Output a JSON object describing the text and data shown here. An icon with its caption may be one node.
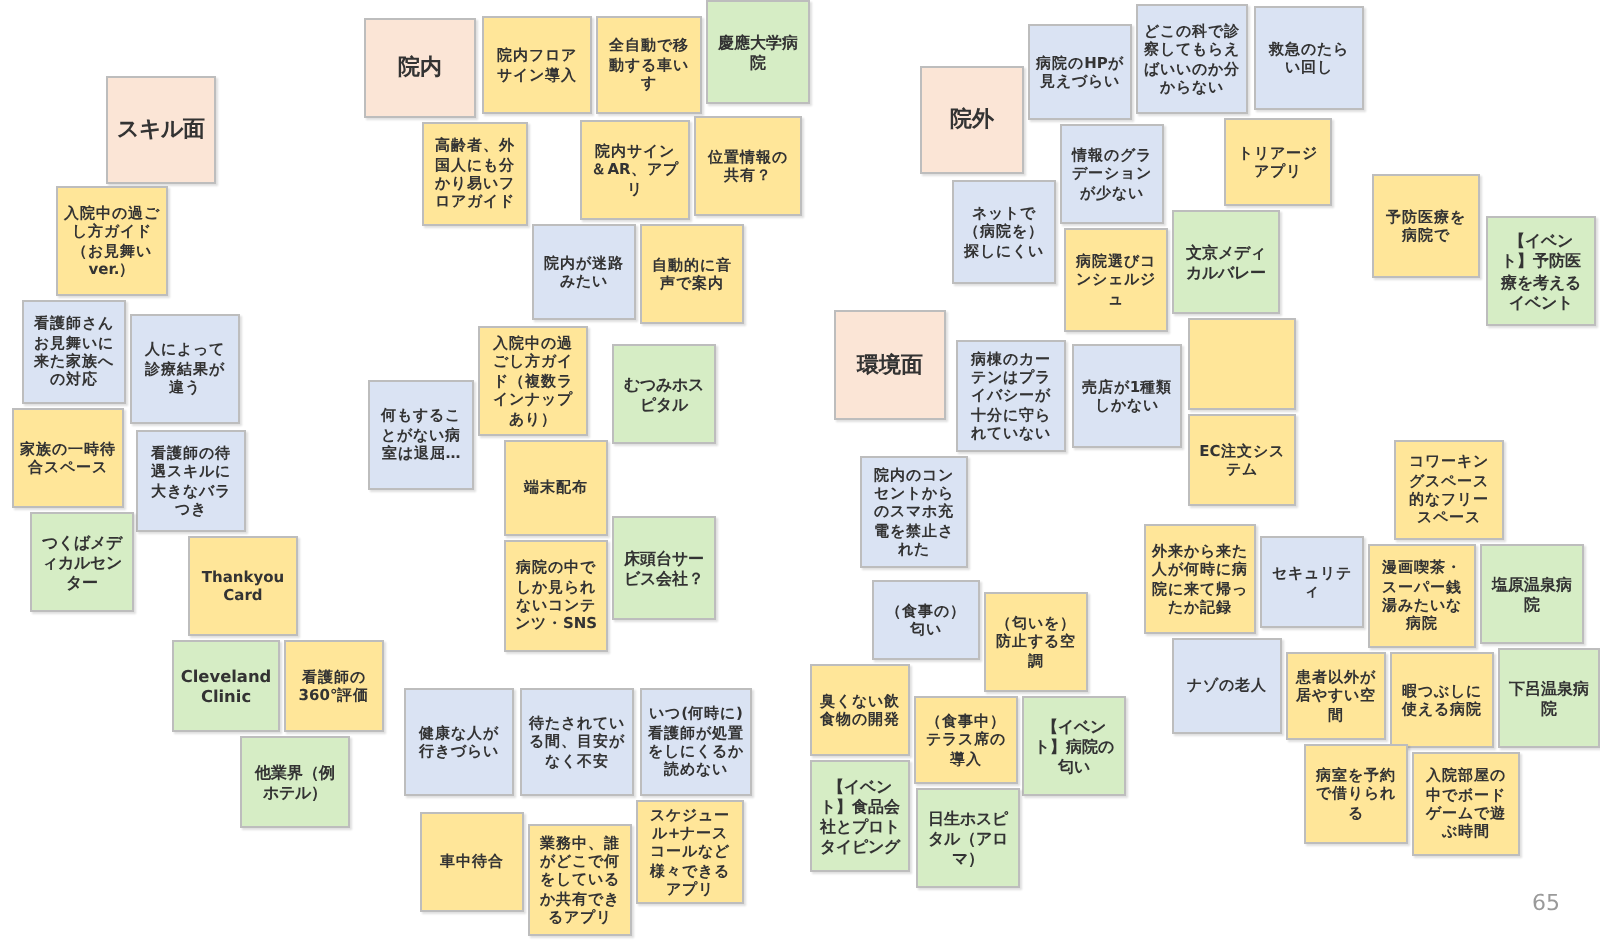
{
  "diagram": {
    "nodes": [
      {
        "text": [
          "スキル面"
        ]
      },
      {
        "text": [
          "入院中の過ごし方ガイド（お見舞いver.）"
        ]
      },
      {
        "text": [
          "看護師さんお見舞いに来た家族への対応"
        ]
      },
      {
        "text": [
          "人によって診療結果が違う"
        ]
      },
      {
        "text": [
          "家族の一時待合スペース"
        ]
      },
      {
        "text": [
          "看護師の待遇スキルに大きなバラつき"
        ]
      },
      {
        "text": [
          "つくばメディカルセンター"
        ]
      },
      {
        "text": [
          "Thankyou Card"
        ]
      },
      {
        "text": [
          "Cleveland Clinic"
        ]
      },
      {
        "text": [
          "看護師の360°評価"
        ]
      },
      {
        "text": [
          "他業界（例ホテル）"
        ]
      },
      {
        "text": [
          "院内"
        ]
      },
      {
        "text": [
          "院内フロアサイン導入"
        ]
      },
      {
        "text": [
          "全自動で移動する車いす"
        ]
      },
      {
        "text": [
          "慶應大学病院"
        ]
      },
      {
        "text": [
          "高齢者、外国人にも分かり易いフロアガイド"
        ]
      },
      {
        "text": [
          "院内サイン＆AR、アプリ"
        ]
      },
      {
        "text": [
          "位置情報の共有？"
        ]
      },
      {
        "text": [
          "院内が迷路みたい"
        ]
      },
      {
        "text": [
          "自動的に音声で案内"
        ]
      },
      {
        "text": [
          "入院中の過ごし方ガイド（複数ラインナップあり）"
        ]
      },
      {
        "text": [
          "何もすることがない病室は退屈…"
        ]
      },
      {
        "text": [
          "むつみホスピタル"
        ]
      },
      {
        "text": [
          "端末配布"
        ]
      },
      {
        "text": [
          "床頭台サービス会社？"
        ]
      },
      {
        "text": [
          "病院の中でしか見られないコンテンツ・SNS"
        ]
      },
      {
        "text": [
          "健康な人が行きづらい"
        ]
      },
      {
        "text": [
          "待たされている間、目安がなく不安"
        ]
      },
      {
        "text": [
          "いつ(何時に)看護師が処置をしにくるか読めない"
        ]
      },
      {
        "text": [
          "車中待合"
        ]
      },
      {
        "text": [
          "スケジュール+ナースコールなど様々できるアプリ"
        ]
      },
      {
        "text": [
          "業務中、誰がどこで何をしているか共有できるアプリ"
        ]
      },
      {
        "text": [
          "院外"
        ]
      },
      {
        "text": [
          "病院のHPが見えづらい"
        ]
      },
      {
        "text": [
          "どこの科で診察してもらえばいいのか分からない"
        ]
      },
      {
        "text": [
          "救急のたらい回し"
        ]
      },
      {
        "text": [
          "情報のグラデーションが少ない"
        ]
      },
      {
        "text": [
          "トリアージアプリ"
        ]
      },
      {
        "text": [
          "ネットで（病院を）探しにくい"
        ]
      },
      {
        "text": [
          "病院選びコンシェルジュ"
        ]
      },
      {
        "text": [
          "文京メディカルバレー"
        ]
      },
      {
        "text": [
          "予防医療を病院で"
        ]
      },
      {
        "text": [
          "【イベント】予防医療を考えるイベント"
        ]
      },
      {
        "text": [
          "環境面"
        ]
      },
      {
        "text": [
          "病棟のカーテンはプライバシーが十分に守られていない"
        ]
      },
      {
        "text": [
          "売店が1種類しかない"
        ]
      },
      {
        "text": [],
        "shape": "box"
      },
      {
        "text": [
          "EC注文システム"
        ]
      },
      {
        "text": [
          "院内のコンセントからのスマホ充電を禁止された"
        ]
      },
      {
        "text": [
          "コワーキングスペース的なフリースペース"
        ]
      },
      {
        "text": [
          "外来から来た人が何時に病院に来て帰ったか記録"
        ]
      },
      {
        "text": [
          "セキュリティ"
        ]
      },
      {
        "text": [
          "漫画喫茶・スーパー銭湯みたいな病院"
        ]
      },
      {
        "text": [
          "塩原温泉病院"
        ]
      },
      {
        "text": [
          "ナゾの老人"
        ]
      },
      {
        "text": [
          "患者以外が居やすい空間"
        ]
      },
      {
        "text": [
          "暇つぶしに使える病院"
        ]
      },
      {
        "text": [
          "下呂温泉病院"
        ]
      },
      {
        "text": [
          "病室を予約で借りられる"
        ]
      },
      {
        "text": [
          "入院部屋の中でボードゲームで遊ぶ時間"
        ]
      },
      {
        "text": [
          "（食事の）匂い"
        ]
      },
      {
        "text": [
          "（匂いを）防止する空調"
        ]
      },
      {
        "text": [
          "臭くない飲食物の開発"
        ]
      },
      {
        "text": [
          "（食事中）テラス席の導入"
        ]
      },
      {
        "text": [
          "【イベント】病院の匂い"
        ]
      },
      {
        "text": [
          "【イベント】食品会社とプロトタイピング"
        ]
      },
      {
        "text": [
          "日生ホスピタル（アロマ）"
        ]
      }
    ],
    "labels": [
      "65"
    ]
  }
}
